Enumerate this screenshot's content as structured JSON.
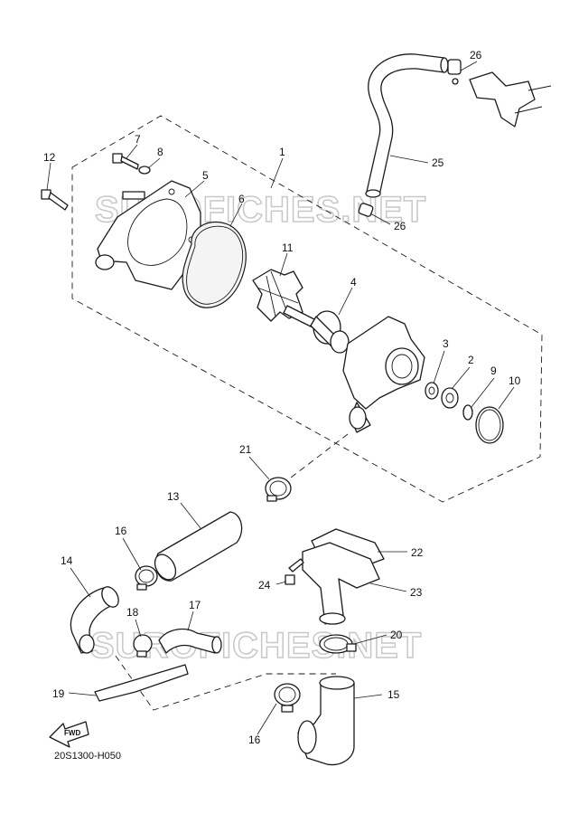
{
  "watermark": "SUROFICHES.NET",
  "diagram_code": "20S1300-H050",
  "fwd_label": "FWD",
  "callouts": {
    "c1": "1",
    "c2": "2",
    "c3": "3",
    "c4": "4",
    "c5": "5",
    "c6": "6",
    "c7": "7",
    "c8": "8",
    "c9": "9",
    "c10": "10",
    "c11": "11",
    "c12": "12",
    "c13": "13",
    "c14": "14",
    "c15": "15",
    "c16a": "16",
    "c16b": "16",
    "c17": "17",
    "c18": "18",
    "c19": "19",
    "c20": "20",
    "c21": "21",
    "c22": "22",
    "c23": "23",
    "c24": "24",
    "c25": "25",
    "c26a": "26",
    "c26b": "26"
  }
}
